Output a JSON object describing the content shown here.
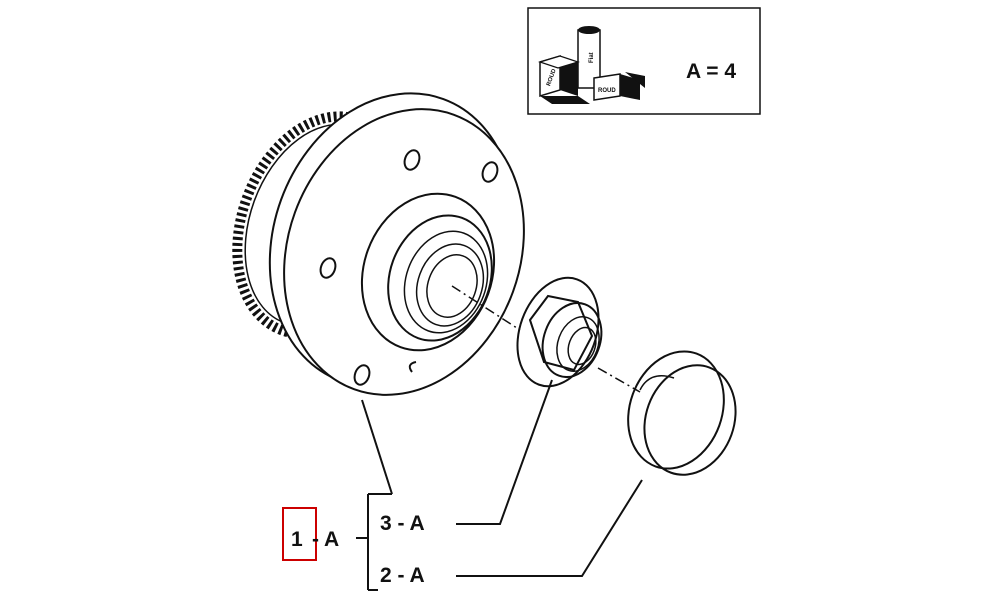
{
  "legend": {
    "formula": "A = 4",
    "stamp_texts": [
      "ROUD",
      "Fiat",
      "ROUD"
    ]
  },
  "callouts": {
    "main": {
      "number": "1",
      "suffix": "- A"
    },
    "items": [
      {
        "label": "3 - A"
      },
      {
        "label": "2 - A"
      }
    ]
  },
  "colors": {
    "highlight": "#cc0000",
    "ink": "#111111"
  }
}
